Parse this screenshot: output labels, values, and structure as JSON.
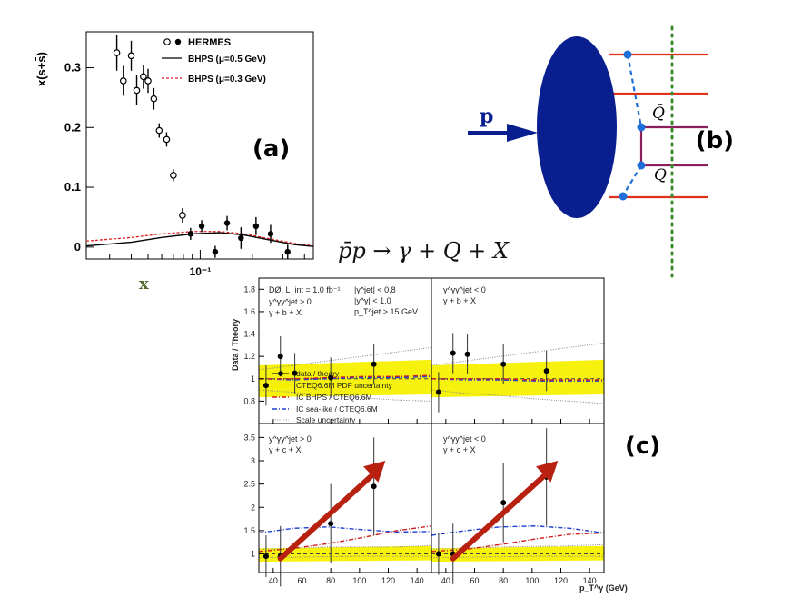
{
  "reaction": "p̄p → γ + Q + X",
  "panel_a": {
    "letter": "(a)",
    "ylabel": "x(s+s̄)",
    "xlabel": "x",
    "xtick": "10⁻¹",
    "yticks": [
      "0",
      "0.1",
      "0.2",
      "0.3"
    ],
    "legend": [
      "HERMES",
      "BHPS (μ=0.5 GeV)",
      "BHPS (μ=0.3 GeV)"
    ],
    "colors": {
      "bhps05": "#000000",
      "bhps03": "#e02020"
    }
  },
  "panel_b": {
    "letter": "(b)",
    "proton": "p",
    "qbar": "Q̄",
    "q": "Q",
    "colors": {
      "blob": "#0a1f8f",
      "line": "#e03018",
      "dash": "#1f6fd8",
      "dots": "#3a8a2a",
      "purple": "#8a1f5a"
    }
  },
  "panel_c": {
    "letter": "(c)",
    "info": [
      "DØ, L_int = 1.0 fb⁻¹",
      "|y^jet| < 0.8",
      "|y^γ| < 1.0",
      "p_T^jet > 15 GeV"
    ],
    "top_left_cut": "y^γy^jet > 0",
    "top_left_proc": "γ + b + X",
    "top_right_cut": "y^γy^jet < 0",
    "top_right_proc": "γ + b + X",
    "bot_left_cut": "y^γy^jet > 0",
    "bot_left_proc": "γ + c + X",
    "bot_right_cut": "y^γy^jet < 0",
    "bot_right_proc": "γ + c + X",
    "ylabel": "Data / Theory",
    "xlabel": "p_T^γ (GeV)",
    "legend": [
      "data / theory",
      "CTEQ6.6M PDF uncertainty",
      "IC BHPS / CTEQ6.6M",
      "IC sea-like / CTEQ6.6M",
      "Scale uncertainty"
    ],
    "yticks_top": [
      "0.8",
      "1",
      "1.2",
      "1.4",
      "1.6",
      "1.8"
    ],
    "yticks_bot": [
      "1",
      "1.5",
      "2",
      "2.5",
      "3",
      "3.5"
    ],
    "xticks": [
      "40",
      "60",
      "80",
      "100",
      "120",
      "140"
    ],
    "colors": {
      "band": "#f5f000",
      "bhps": "#d02020",
      "sea": "#2040d0",
      "arrow": "#b82010"
    }
  },
  "chart_data": [
    {
      "type": "scatter",
      "title": "",
      "xlabel": "x",
      "ylabel": "x(s+s̄)",
      "x_scale": "log",
      "xlim": [
        0.022,
        0.45
      ],
      "ylim": [
        -0.02,
        0.36
      ],
      "series": [
        {
          "name": "HERMES",
          "marker": "open-circle",
          "x": [
            0.033,
            0.036,
            0.04,
            0.043,
            0.047,
            0.05,
            0.054,
            0.058,
            0.064,
            0.07,
            0.079
          ],
          "y": [
            0.325,
            0.278,
            0.32,
            0.262,
            0.285,
            0.278,
            0.248,
            0.195,
            0.18,
            0.12,
            0.053
          ]
        },
        {
          "name": "HERMES",
          "marker": "filled-circle",
          "x": [
            0.088,
            0.102,
            0.122,
            0.143,
            0.172,
            0.21,
            0.255,
            0.32
          ],
          "y": [
            0.022,
            0.035,
            -0.008,
            0.04,
            0.015,
            0.035,
            0.022,
            -0.008
          ]
        },
        {
          "name": "BHPS (μ=0.5 GeV)",
          "line": "solid",
          "x": [
            0.022,
            0.04,
            0.06,
            0.09,
            0.13,
            0.18,
            0.25,
            0.35,
            0.45
          ],
          "y": [
            0.002,
            0.008,
            0.016,
            0.022,
            0.024,
            0.02,
            0.012,
            0.004,
            0.001
          ]
        },
        {
          "name": "BHPS (μ=0.3 GeV)",
          "line": "dashed",
          "x": [
            0.022,
            0.04,
            0.06,
            0.09,
            0.13,
            0.18,
            0.25,
            0.35,
            0.45
          ],
          "y": [
            0.01,
            0.016,
            0.022,
            0.026,
            0.026,
            0.022,
            0.014,
            0.006,
            0.002
          ]
        }
      ]
    },
    {
      "type": "scatter",
      "title": "",
      "ylabel": "Data / Theory",
      "xlim": [
        30,
        150
      ],
      "ylim": [
        0.6,
        1.9
      ],
      "cut": "y^γy^jet > 0",
      "process": "γ + b + X",
      "series": [
        {
          "name": "data / theory",
          "x": [
            35,
            45,
            55,
            80,
            110
          ],
          "y": [
            0.94,
            1.2,
            1.05,
            1.01,
            1.13
          ]
        }
      ]
    },
    {
      "type": "scatter",
      "xlim": [
        30,
        150
      ],
      "ylim": [
        0.6,
        1.9
      ],
      "cut": "y^γy^jet < 0",
      "process": "γ + b + X",
      "series": [
        {
          "name": "data / theory",
          "x": [
            35,
            45,
            55,
            80,
            110
          ],
          "y": [
            0.88,
            1.23,
            1.22,
            1.13,
            1.07
          ]
        }
      ]
    },
    {
      "type": "scatter",
      "xlabel": "p_T^γ (GeV)",
      "xlim": [
        30,
        150
      ],
      "ylim": [
        0.6,
        3.8
      ],
      "cut": "y^γy^jet > 0",
      "process": "γ + c + X",
      "series": [
        {
          "name": "data / theory",
          "x": [
            35,
            45,
            80,
            110
          ],
          "y": [
            0.95,
            0.95,
            1.65,
            2.45
          ]
        }
      ]
    },
    {
      "type": "scatter",
      "xlabel": "p_T^γ (GeV)",
      "xlim": [
        30,
        150
      ],
      "ylim": [
        0.6,
        3.8
      ],
      "cut": "y^γy^jet < 0",
      "process": "γ + c + X",
      "series": [
        {
          "name": "data / theory",
          "x": [
            35,
            45,
            80,
            110
          ],
          "y": [
            1.0,
            1.0,
            2.1,
            2.65
          ]
        }
      ]
    }
  ]
}
